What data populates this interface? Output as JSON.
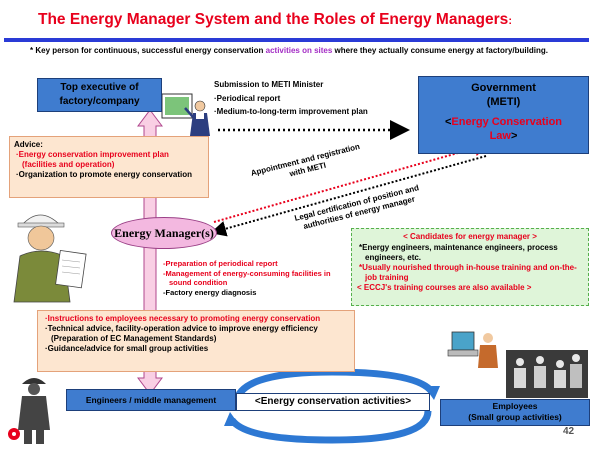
{
  "title": "The Energy Manager System and the Roles of Energy Managers",
  "title_suffix": ":",
  "subtitle": {
    "part1": "* Key person for continuous, successful energy conservation ",
    "highlight": "activities on sites",
    "part2": " where they actually consume energy at factory/building."
  },
  "top_exec": {
    "line1": "Top executive of",
    "line2": "factory/company"
  },
  "government": {
    "line1": "Government",
    "line2": "(METI)",
    "law_open": "<",
    "law_red": "Energy Conservation Law",
    "law_close": ">"
  },
  "submission": {
    "heading": "Submission to METI Minister",
    "items": [
      "Periodical report",
      "Medium-to-long-term improvement plan"
    ]
  },
  "advice": {
    "heading": "Advice:",
    "items": [
      {
        "text": "Energy conservation improvement plan (facilities and operation)",
        "color": "red"
      },
      {
        "text": "Organization to promote energy conservation",
        "color": "black"
      }
    ]
  },
  "appointment_text": "Appointment and registration with METI",
  "legal_text": "Legal certification of position and authorities of energy manager",
  "energy_manager": "Energy Manager(s)",
  "em_duties": [
    {
      "text": "Preparation of periodical report",
      "color": "red"
    },
    {
      "text": "Management of energy-consuming facilities in sound condition",
      "color": "red"
    },
    {
      "text": "Factory energy diagnosis",
      "color": "black"
    }
  ],
  "candidates": {
    "heading": "< Candidates for energy manager >",
    "items": [
      {
        "text": "Energy engineers, maintenance engineers, process engineers, etc.",
        "color": "black"
      },
      {
        "text": "Usually nourished through in-house training and on-the-job training",
        "color": "red"
      }
    ],
    "footer": "< ECCJ's training courses are also available >"
  },
  "instructions": {
    "items": [
      {
        "text": "Instructions to employees necessary to promoting energy conservation",
        "color": "red"
      },
      {
        "text": "Technical advice, facility-operation advice to improve energy efficiency (Preparation of EC Management Standards)",
        "color": "black"
      },
      {
        "text": "Guidance/advice for small group activities",
        "color": "black"
      }
    ]
  },
  "engineers": "Engineers / middle management",
  "ec_activities": "<Energy conservation activities>",
  "employees": {
    "line1": "Employees",
    "line2": "(Small group activities)"
  },
  "page_number": "42",
  "colors": {
    "accent_red": "#e8001c",
    "rule_blue": "#2a3bd6",
    "box_blue": "#3f7ccf",
    "peach": "#fde6d0",
    "green": "#dff5d9",
    "pink": "#f3b8e0"
  }
}
